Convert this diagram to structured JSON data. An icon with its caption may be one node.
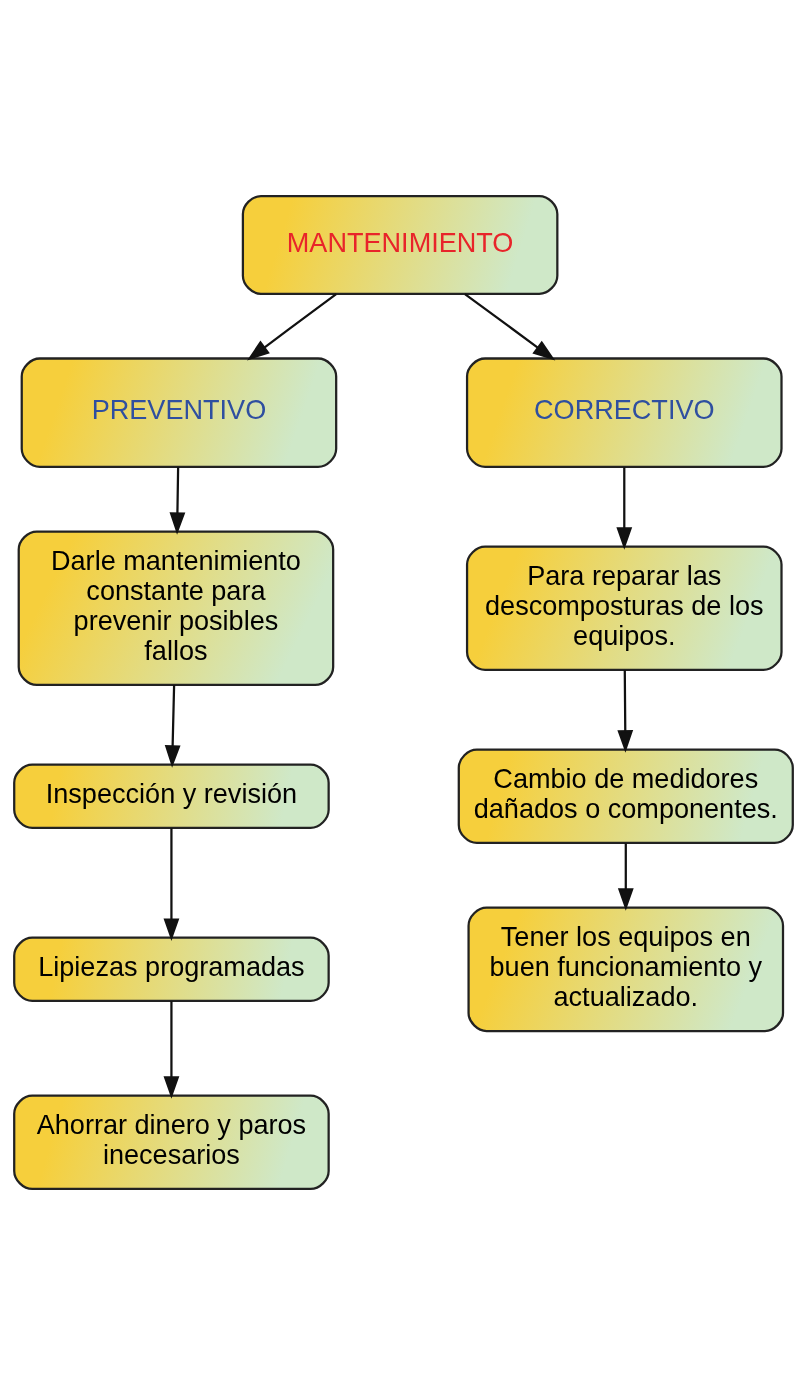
{
  "diagram": {
    "nodes": [
      {
        "text": [
          "MANTENIMIENTO"
        ]
      },
      {
        "text": [
          "PREVENTIVO"
        ]
      },
      {
        "text": [
          "CORRECTIVO"
        ]
      },
      {
        "text": [
          "Darle mantenimiento constante para prevenir posibles fallos"
        ]
      },
      {
        "text": [
          "Inspección y revisión"
        ]
      },
      {
        "text": [
          "Lipiezas programadas"
        ]
      },
      {
        "text": [
          "Ahorrar dinero y paros inecesarios"
        ]
      },
      {
        "text": [
          "Para reparar las descomposturas de los equipos."
        ]
      },
      {
        "text": [
          "Cambio de medidores dañados o componentes."
        ]
      },
      {
        "text": [
          "Tener los equipos en buen funcionamiento y actualizado."
        ]
      }
    ],
    "edges": [
      {
        "from": 0,
        "to": 1,
        "arrow": "to"
      },
      {
        "from": 0,
        "to": 2,
        "arrow": "to"
      },
      {
        "from": 1,
        "to": 3,
        "arrow": "to"
      },
      {
        "from": 3,
        "to": 4,
        "arrow": "to"
      },
      {
        "from": 4,
        "to": 5,
        "arrow": "to"
      },
      {
        "from": 5,
        "to": 6,
        "arrow": "to"
      },
      {
        "from": 2,
        "to": 7,
        "arrow": "to"
      },
      {
        "from": 7,
        "to": 8,
        "arrow": "to"
      },
      {
        "from": 8,
        "to": 9,
        "arrow": "to"
      }
    ]
  }
}
